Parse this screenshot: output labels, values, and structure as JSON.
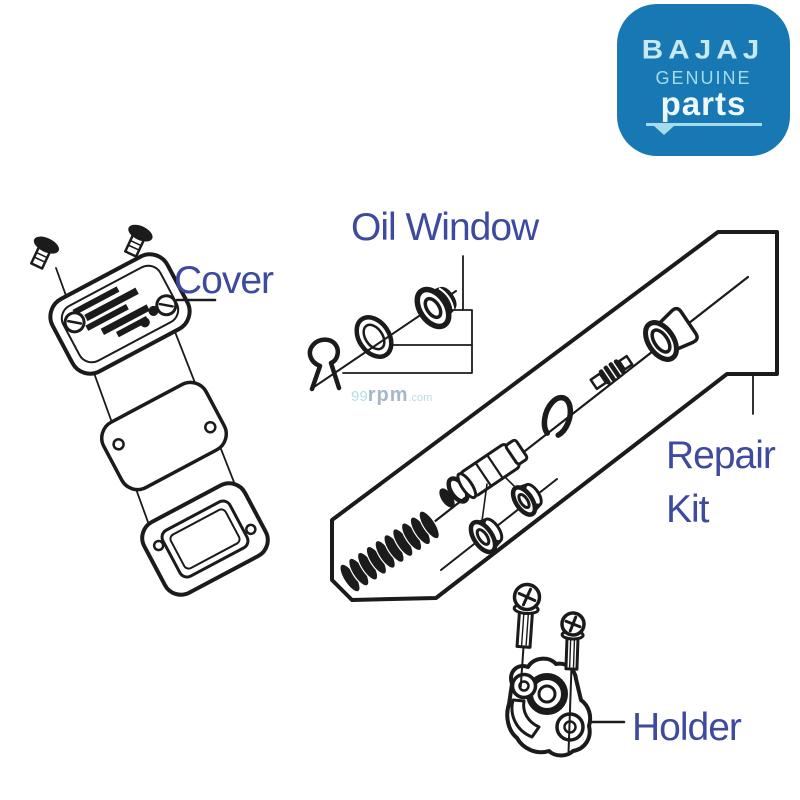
{
  "logo": {
    "brand": "BAJAJ",
    "genuine": "GENUINE",
    "parts": "parts",
    "bg_color": "#1878b4",
    "brand_color": "#c6e9f4",
    "genuine_color": "#a5dcec",
    "parts_color": "#eef9fd"
  },
  "labels": {
    "cover": "Cover",
    "oil_window": "Oil Window",
    "repair_kit_line1": "Repair",
    "repair_kit_line2": "Kit",
    "holder": "Holder",
    "label_color": "#3e4a9e"
  },
  "watermark": {
    "prefix": "99",
    "brand": "rpm",
    "tld": ".com"
  },
  "diagram": {
    "ink_color": "#1b1b1b",
    "background_color": "#ffffff"
  }
}
